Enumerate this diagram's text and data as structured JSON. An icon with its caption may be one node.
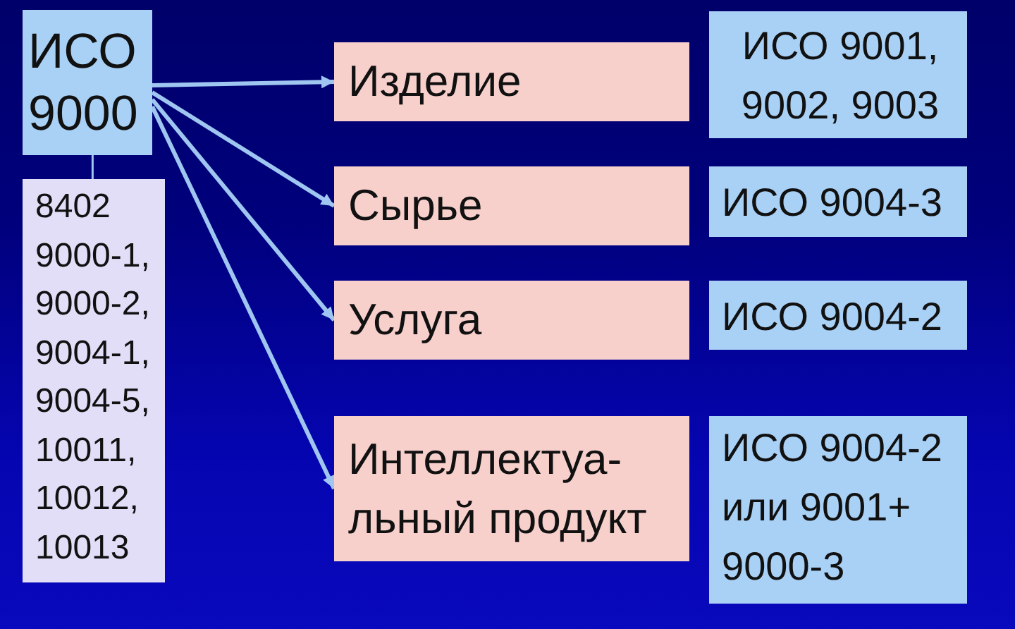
{
  "diagram": {
    "nodes": [
      {
        "text": [
          "ИСО 9000"
        ]
      },
      {
        "text": [
          "8402 9000-1, 9000-2, 9004-1, 9004-5, 10011, 10012, 10013"
        ]
      },
      {
        "text": [
          "Изделие"
        ]
      },
      {
        "text": [
          "Сырье"
        ]
      },
      {
        "text": [
          "Услуга"
        ]
      },
      {
        "text": [
          "Интеллектуа- льный продукт"
        ]
      },
      {
        "text": [
          "ИСО 9001, 9002, 9003"
        ]
      },
      {
        "text": [
          "ИСО 9004-3"
        ]
      },
      {
        "text": [
          "ИСО 9004-2"
        ]
      },
      {
        "text": [
          "ИСО 9004-2 или 9001+ 9000-3"
        ]
      }
    ],
    "edges": [
      {
        "from": 0,
        "to": 1,
        "arrow": "none"
      },
      {
        "from": 0,
        "to": 2,
        "arrow": "to"
      },
      {
        "from": 0,
        "to": 3,
        "arrow": "to"
      },
      {
        "from": 0,
        "to": 4,
        "arrow": "to"
      },
      {
        "from": 0,
        "to": 5,
        "arrow": "to"
      }
    ]
  }
}
